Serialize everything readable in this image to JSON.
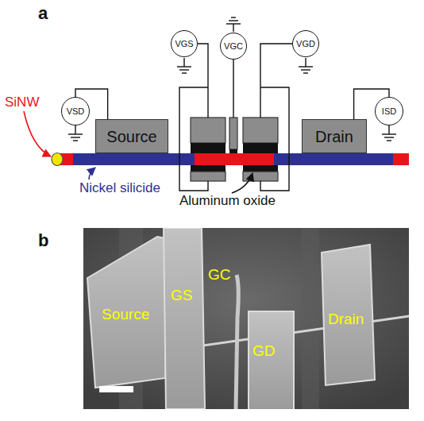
{
  "diagram": {
    "nodes": [
      {
        "text": [
          "VSD"
        ]
      },
      {
        "text": [
          "VGS"
        ]
      },
      {
        "text": [
          "VGC"
        ]
      },
      {
        "text": [
          "VGD"
        ]
      },
      {
        "text": [
          "ISD"
        ]
      },
      {
        "text": [
          "Source"
        ]
      },
      {
        "text": [
          "Drain"
        ]
      }
    ],
    "edges": [
      {
        "from": 0,
        "to": 5,
        "arrow": "none"
      },
      {
        "from": 4,
        "to": 6,
        "arrow": "none"
      }
    ],
    "labels": [
      "a",
      "SiNW",
      "Nickel silicide",
      "Aluminum oxide",
      "b",
      "Source",
      "GS",
      "GC",
      "GD",
      "Drain"
    ]
  }
}
